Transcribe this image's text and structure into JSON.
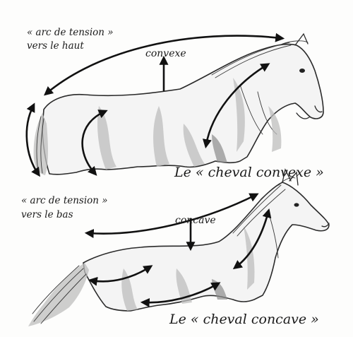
{
  "top": {
    "tension_label_line1": "« arc de tension »",
    "tension_label_line2": "vers le haut",
    "arc_label": "convexe",
    "caption": "Le « cheval convexe »"
  },
  "bottom": {
    "tension_label_line1": "« arc de tension »",
    "tension_label_line2": "vers le bas",
    "arc_label": "concave",
    "caption": "Le « cheval concave »"
  },
  "colors": {
    "ink": "#1a1a1a",
    "shading": "#bdbdbd",
    "background": "#fdfdfc"
  }
}
